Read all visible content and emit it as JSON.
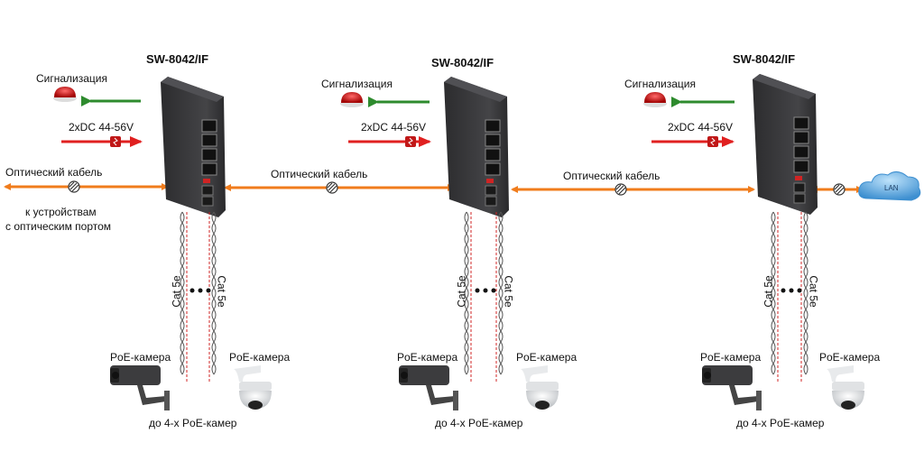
{
  "diagram": {
    "switch_model": "SW-8042/IF",
    "units": [
      {
        "model": "SW-8042/IF",
        "alarm_label": "Сигнализация",
        "power_label": "2xDC 44-56V",
        "cable_left_label": "Оптический кабель",
        "cable_left_type": "fiber",
        "cable_left_pre": "к устройствам",
        "cable_left_sub": "с оптическим портом",
        "cat_left": "Cat 5e",
        "cat_right": "Cat 5e",
        "cam_left": "PoE-камера",
        "cam_right": "PoE-камера",
        "cam_note": "до 4-х PoE-камер"
      },
      {
        "model": "SW-8042/IF",
        "alarm_label": "Сигнализация",
        "power_label": "2xDC 44-56V",
        "cable_left_label": "Оптический кабель",
        "cat_left": "Cat 5e",
        "cat_right": "Cat 5e",
        "cam_left": "PoE-камера",
        "cam_right": "PoE-камера",
        "cam_note": "до 4-х PoE-камер"
      },
      {
        "model": "SW-8042/IF",
        "alarm_label": "Сигнализация",
        "power_label": "2xDC 44-56V",
        "cable_left_label": "Оптический кабель",
        "cat_left": "Cat 5e",
        "cat_right": "Cat 5e",
        "cam_left": "PoE-камера",
        "cam_right": "PoE-камера",
        "cam_note": "до 4-х PoE-камер",
        "network_label": "LAN"
      }
    ],
    "colors": {
      "fiber": "#f07c1c",
      "alarm_arrow": "#2e8b2e",
      "power_arrow": "#e02020",
      "switch_body": "#3a3a3c",
      "cloud": "#5aa6dc"
    }
  }
}
